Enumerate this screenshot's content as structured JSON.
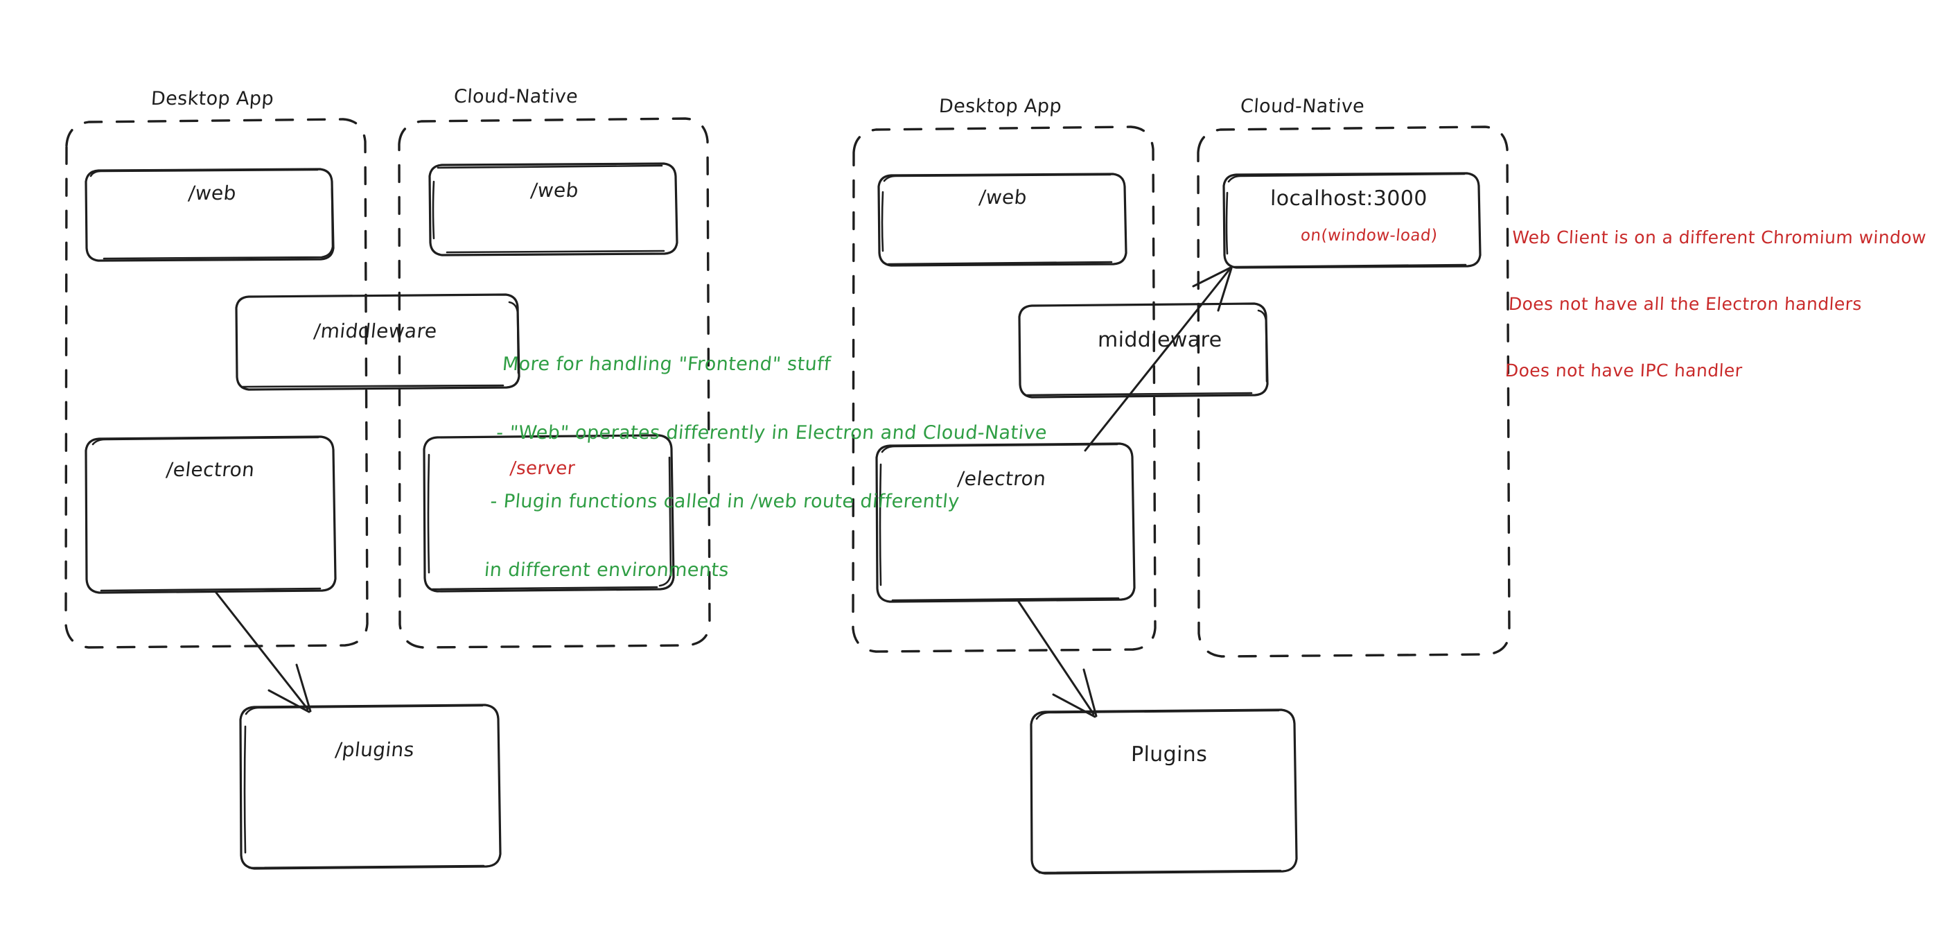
{
  "diagram": {
    "title": "Electron vs Cloud-Native architecture sketch",
    "style": "hand-drawn",
    "background": "#ffffff",
    "colors": {
      "ink": "#1e1e1e",
      "green_note": "#2f9e44",
      "red_note": "#c92a2a"
    }
  },
  "left_diagram": {
    "groups": [
      {
        "id": "left-desktop",
        "title": "Desktop App"
      },
      {
        "id": "left-cloud",
        "title": "Cloud-Native"
      }
    ],
    "nodes": [
      {
        "id": "l-web-desktop",
        "label": "/web",
        "color": "#1e1e1e"
      },
      {
        "id": "l-web-cloud",
        "label": "/web",
        "color": "#1e1e1e"
      },
      {
        "id": "l-middleware",
        "label": "/middleware",
        "color": "#1e1e1e"
      },
      {
        "id": "l-electron",
        "label": "/electron",
        "color": "#1e1e1e"
      },
      {
        "id": "l-server",
        "label": "/server",
        "color": "#c92a2a"
      },
      {
        "id": "l-plugins",
        "label": "/plugins",
        "color": "#1e1e1e"
      }
    ],
    "arrows": [
      {
        "id": "l-electron-to-plugins",
        "from": "/electron",
        "to": "/plugins"
      }
    ]
  },
  "right_diagram": {
    "groups": [
      {
        "id": "right-desktop",
        "title": "Desktop App"
      },
      {
        "id": "right-cloud",
        "title": "Cloud-Native"
      }
    ],
    "nodes": [
      {
        "id": "r-web",
        "label": "/web",
        "color": "#1e1e1e"
      },
      {
        "id": "r-localhost",
        "label": "localhost:3000",
        "sublabel": "on(window-load)",
        "color": "#1e1e1e",
        "sublabel_color": "#c92a2a"
      },
      {
        "id": "r-middleware",
        "label": "middleware",
        "color": "#1e1e1e"
      },
      {
        "id": "r-electron",
        "label": "/electron",
        "color": "#1e1e1e"
      },
      {
        "id": "r-plugins",
        "label": "Plugins",
        "color": "#1e1e1e"
      }
    ],
    "arrows": [
      {
        "id": "r-electron-to-localhost",
        "from": "/electron",
        "to": "localhost:3000"
      },
      {
        "id": "r-electron-to-plugins",
        "from": "/electron",
        "to": "Plugins"
      }
    ]
  },
  "notes": {
    "green": {
      "color": "#2f9e44",
      "lines": [
        "More for handling \"Frontend\" stuff",
        "- \"Web\" operates differently in Electron and Cloud-Native",
        "- Plugin functions called in /web route differently",
        "in different environments"
      ]
    },
    "red": {
      "color": "#c92a2a",
      "lines": [
        "Web Client is on a different Chromium window",
        "Does not have all the Electron handlers",
        "Does not have IPC handler"
      ]
    }
  }
}
